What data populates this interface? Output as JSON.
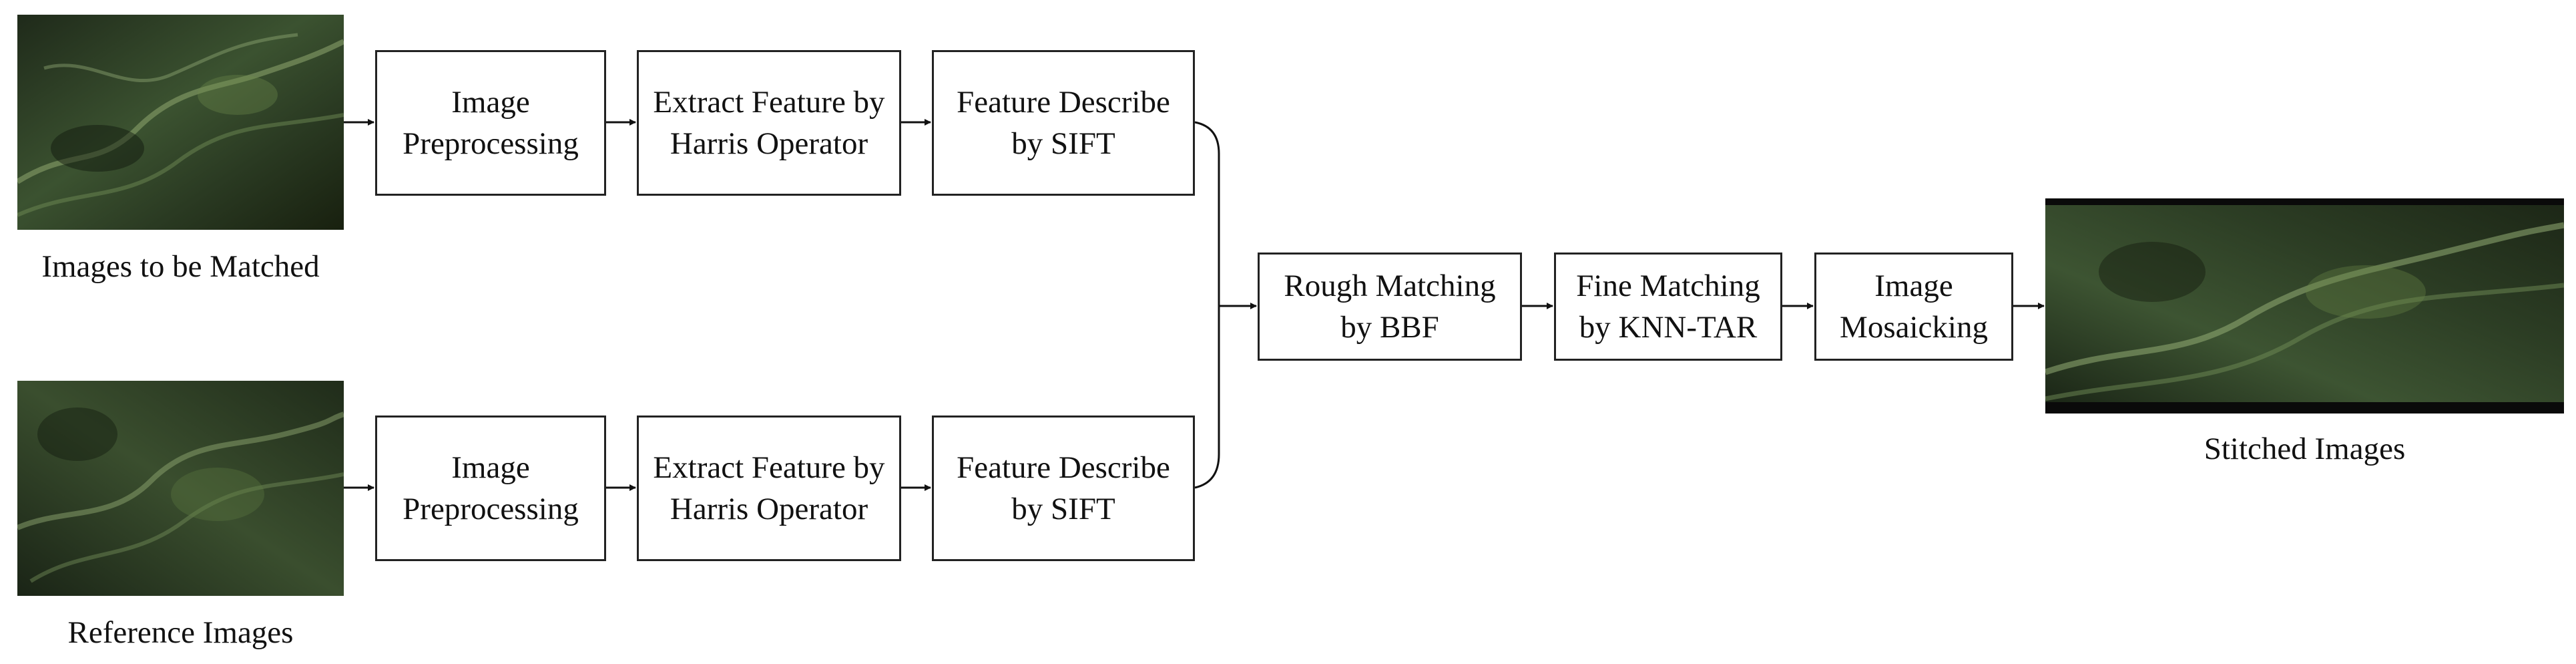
{
  "diagram": {
    "images": {
      "to_be_matched": {
        "caption": "Images to be Matched"
      },
      "reference": {
        "caption": "Reference Images"
      },
      "stitched": {
        "caption": "Stitched Images"
      }
    },
    "top_row": {
      "preprocess": "Image\nPreprocessing",
      "harris": "Extract Feature by\nHarris Operator",
      "sift": "Feature Describe\nby SIFT"
    },
    "bottom_row": {
      "preprocess": "Image\nPreprocessing",
      "harris": "Extract Feature by\nHarris Operator",
      "sift": "Feature Describe\nby SIFT"
    },
    "merge_row": {
      "rough": "Rough Matching\nby BBF",
      "fine": "Fine Matching\nby KNN-TAR",
      "mosaic": "Image\nMosaicking"
    }
  }
}
